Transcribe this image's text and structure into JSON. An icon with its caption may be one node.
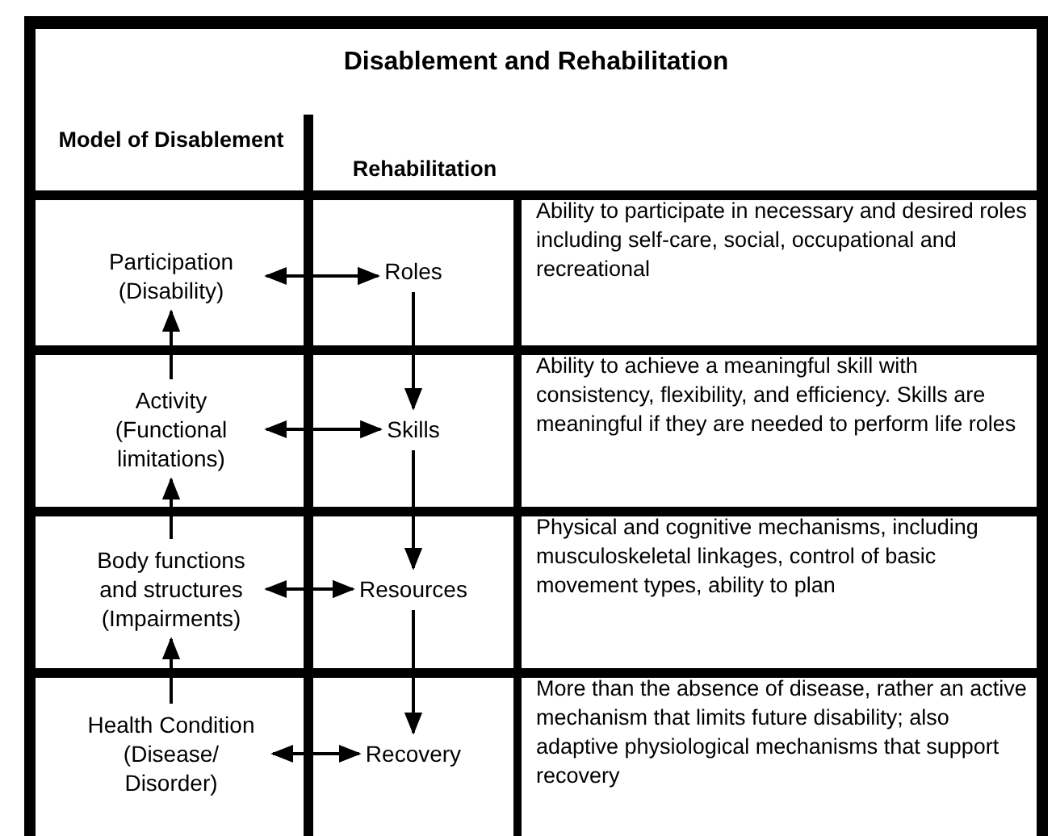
{
  "diagram": {
    "title": "Disablement and Rehabilitation",
    "nodes": [
      {
        "text": [
          "Participation (Disability)"
        ]
      },
      {
        "text": [
          "Roles"
        ]
      },
      {
        "text": [
          "Activity (Functional limitations)"
        ]
      },
      {
        "text": [
          "Skills"
        ]
      },
      {
        "text": [
          "Body functions and structures (Impairments)"
        ]
      },
      {
        "text": [
          "Resources"
        ]
      },
      {
        "text": [
          "Health Condition (Disease/ Disorder)"
        ]
      },
      {
        "text": [
          "Recovery"
        ]
      }
    ],
    "edges": [
      {
        "from": 0,
        "to": 1,
        "arrow": "both"
      },
      {
        "from": 2,
        "to": 3,
        "arrow": "both"
      },
      {
        "from": 4,
        "to": 5,
        "arrow": "both"
      },
      {
        "from": 6,
        "to": 7,
        "arrow": "both"
      },
      {
        "from": 2,
        "to": 0,
        "arrow": "to"
      },
      {
        "from": 4,
        "to": 2,
        "arrow": "to"
      },
      {
        "from": 6,
        "to": 4,
        "arrow": "to"
      },
      {
        "from": 1,
        "to": 3,
        "arrow": "to"
      },
      {
        "from": 3,
        "to": 5,
        "arrow": "to"
      },
      {
        "from": 5,
        "to": 7,
        "arrow": "to"
      }
    ],
    "labels": [
      "Model of Disablement",
      "Rehabilitation",
      "Ability to participate in necessary and desired roles including self-care, social, occupational and recreational",
      "Ability to achieve a meaningful skill with consistency, flexibility, and efficiency. Skills are meaningful if they are needed to perform life roles",
      "Physical and cognitive mechanisms, including musculoskeletal linkages, control of basic movement types, ability to plan",
      "More than the absence of disease, rather an active mechanism that limits future disability; also adaptive physiological mechanisms that support recovery"
    ]
  }
}
